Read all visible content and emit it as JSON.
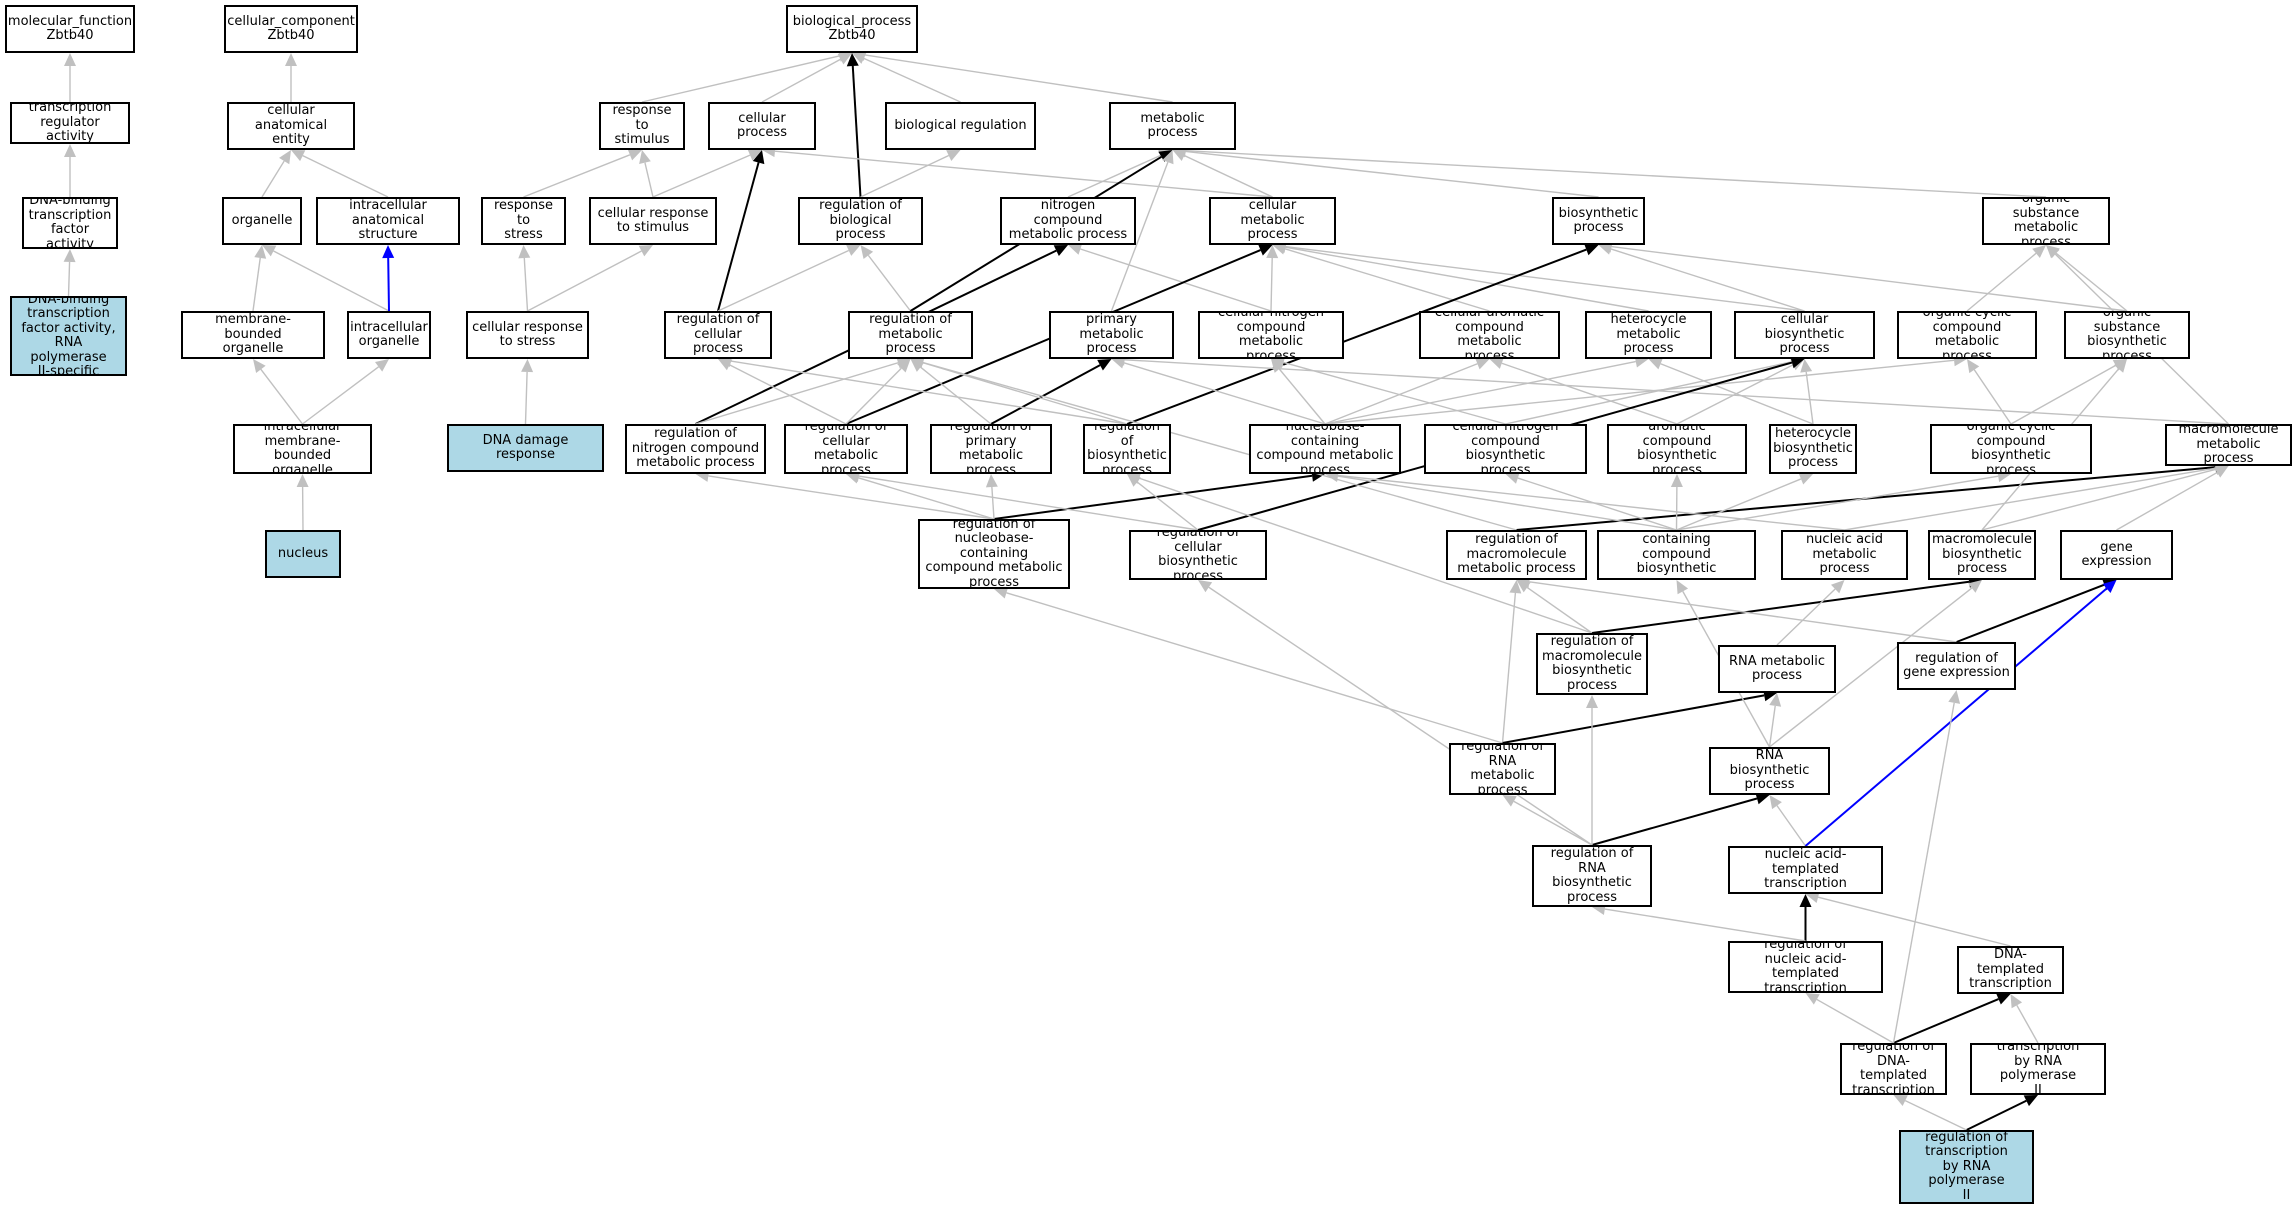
{
  "graph": {
    "colors": {
      "highlight": "#add8e6",
      "edge_gray": "#c0c0c0",
      "edge_black": "#000000",
      "edge_blue": "#0000ff"
    },
    "nodes": [
      {
        "id": "mf",
        "label": "molecular_function\nZbtb40"
      },
      {
        "id": "tra",
        "label": "transcription\nregulator activity"
      },
      {
        "id": "dbtfa",
        "label": "DNA-binding\ntranscription\nfactor activity"
      },
      {
        "id": "dbtfa2",
        "label": "DNA-binding\ntranscription\nfactor activity,\nRNA polymerase\nII-specific",
        "highlight": true
      },
      {
        "id": "cc",
        "label": "cellular_component\nZbtb40"
      },
      {
        "id": "cae",
        "label": "cellular anatomical\nentity"
      },
      {
        "id": "org",
        "label": "organelle"
      },
      {
        "id": "ias",
        "label": "intracellular\nanatomical structure"
      },
      {
        "id": "mbo",
        "label": "membrane-bounded\norganelle"
      },
      {
        "id": "io",
        "label": "intracellular\norganelle"
      },
      {
        "id": "imbo",
        "label": "intracellular\nmembrane-bounded\norganelle"
      },
      {
        "id": "nuc",
        "label": "nucleus",
        "highlight": true
      },
      {
        "id": "bp",
        "label": "biological_process\nZbtb40"
      },
      {
        "id": "rts",
        "label": "response to\nstimulus"
      },
      {
        "id": "cp",
        "label": "cellular process"
      },
      {
        "id": "br",
        "label": "biological regulation"
      },
      {
        "id": "mp",
        "label": "metabolic process"
      },
      {
        "id": "rtstr",
        "label": "response to\nstress"
      },
      {
        "id": "crts",
        "label": "cellular response\nto stimulus"
      },
      {
        "id": "robp",
        "label": "regulation of\nbiological process"
      },
      {
        "id": "ncmp",
        "label": "nitrogen compound\nmetabolic process"
      },
      {
        "id": "cmp",
        "label": "cellular metabolic\nprocess"
      },
      {
        "id": "bsp",
        "label": "biosynthetic\nprocess"
      },
      {
        "id": "osmp",
        "label": "organic substance\nmetabolic process"
      },
      {
        "id": "crtstr",
        "label": "cellular response\nto stress"
      },
      {
        "id": "rocp",
        "label": "regulation of\ncellular process"
      },
      {
        "id": "romp",
        "label": "regulation of\nmetabolic process"
      },
      {
        "id": "pmp",
        "label": "primary metabolic\nprocess"
      },
      {
        "id": "cncmp",
        "label": "cellular nitrogen\ncompound metabolic\nprocess"
      },
      {
        "id": "cacmp",
        "label": "cellular aromatic\ncompound metabolic\nprocess"
      },
      {
        "id": "hmp",
        "label": "heterocycle\nmetabolic process"
      },
      {
        "id": "cbp",
        "label": "cellular biosynthetic\nprocess"
      },
      {
        "id": "occmp",
        "label": "organic cyclic\ncompound metabolic\nprocess"
      },
      {
        "id": "osbp",
        "label": "organic substance\nbiosynthetic\nprocess"
      },
      {
        "id": "ddr",
        "label": "DNA damage response",
        "highlight": true
      },
      {
        "id": "roncmp",
        "label": "regulation of\nnitrogen compound\nmetabolic process"
      },
      {
        "id": "rocmp",
        "label": "regulation of\ncellular metabolic\nprocess"
      },
      {
        "id": "ropmp",
        "label": "regulation of\nprimary metabolic\nprocess"
      },
      {
        "id": "robsp",
        "label": "regulation of\nbiosynthetic\nprocess"
      },
      {
        "id": "nbcmp",
        "label": "nucleobase-containing\ncompound metabolic\nprocess"
      },
      {
        "id": "cncbp",
        "label": "cellular nitrogen\ncompound biosynthetic\nprocess"
      },
      {
        "id": "acbp",
        "label": "aromatic compound\nbiosynthetic\nprocess"
      },
      {
        "id": "hbp",
        "label": "heterocycle\nbiosynthetic\nprocess"
      },
      {
        "id": "occbp",
        "label": "organic cyclic\ncompound biosynthetic\nprocess"
      },
      {
        "id": "mmp",
        "label": "macromolecule\nmetabolic process"
      },
      {
        "id": "ronbcmp",
        "label": "regulation of\nnucleobase-containing\ncompound metabolic\nprocess"
      },
      {
        "id": "rocbp",
        "label": "regulation of\ncellular biosynthetic\nprocess"
      },
      {
        "id": "rommp",
        "label": "regulation of\nmacromolecule\nmetabolic process"
      },
      {
        "id": "nbcbp",
        "label": "nucleobase-containing\ncompound biosynthetic\nprocess"
      },
      {
        "id": "namp",
        "label": "nucleic acid\nmetabolic process"
      },
      {
        "id": "mbp",
        "label": "macromolecule\nbiosynthetic\nprocess"
      },
      {
        "id": "ge",
        "label": "gene expression"
      },
      {
        "id": "rombp",
        "label": "regulation of\nmacromolecule\nbiosynthetic\nprocess"
      },
      {
        "id": "roge",
        "label": "regulation of\ngene expression"
      },
      {
        "id": "rnamp",
        "label": "RNA metabolic\nprocess"
      },
      {
        "id": "rornamp",
        "label": "regulation of\nRNA metabolic\nprocess"
      },
      {
        "id": "rnabp",
        "label": "RNA biosynthetic\nprocess"
      },
      {
        "id": "rornabp",
        "label": "regulation of\nRNA biosynthetic\nprocess"
      },
      {
        "id": "natt",
        "label": "nucleic acid-templated\ntranscription"
      },
      {
        "id": "ronatt",
        "label": "regulation of\nnucleic acid-templated\ntranscription"
      },
      {
        "id": "dtt",
        "label": "DNA-templated\ntranscription"
      },
      {
        "id": "rodtt",
        "label": "regulation of\nDNA-templated\ntranscription"
      },
      {
        "id": "tbrp2",
        "label": "transcription\nby RNA polymerase\nII"
      },
      {
        "id": "rotbrp2",
        "label": "regulation of\ntranscription\nby RNA polymerase\nII",
        "highlight": true
      }
    ],
    "edges": [
      [
        "tra",
        "mf",
        "gray"
      ],
      [
        "dbtfa",
        "tra",
        "gray"
      ],
      [
        "dbtfa2",
        "dbtfa",
        "gray"
      ],
      [
        "cae",
        "cc",
        "gray"
      ],
      [
        "org",
        "cae",
        "gray"
      ],
      [
        "ias",
        "cae",
        "gray"
      ],
      [
        "mbo",
        "org",
        "gray"
      ],
      [
        "io",
        "org",
        "gray"
      ],
      [
        "io",
        "ias",
        "blue"
      ],
      [
        "imbo",
        "mbo",
        "gray"
      ],
      [
        "imbo",
        "io",
        "gray"
      ],
      [
        "nuc",
        "imbo",
        "gray"
      ],
      [
        "rts",
        "bp",
        "gray"
      ],
      [
        "cp",
        "bp",
        "gray"
      ],
      [
        "br",
        "bp",
        "gray"
      ],
      [
        "mp",
        "bp",
        "gray"
      ],
      [
        "robp",
        "bp",
        "black"
      ],
      [
        "rtstr",
        "rts",
        "gray"
      ],
      [
        "crts",
        "rts",
        "gray"
      ],
      [
        "crts",
        "cp",
        "gray"
      ],
      [
        "robp",
        "br",
        "gray"
      ],
      [
        "crtstr",
        "rtstr",
        "gray"
      ],
      [
        "crtstr",
        "crts",
        "gray"
      ],
      [
        "ddr",
        "crtstr",
        "gray"
      ],
      [
        "ncmp",
        "mp",
        "gray"
      ],
      [
        "cmp",
        "mp",
        "gray"
      ],
      [
        "cmp",
        "cp",
        "gray"
      ],
      [
        "bsp",
        "mp",
        "gray"
      ],
      [
        "osmp",
        "mp",
        "gray"
      ],
      [
        "rocp",
        "cp",
        "black"
      ],
      [
        "rocp",
        "robp",
        "gray"
      ],
      [
        "romp",
        "robp",
        "gray"
      ],
      [
        "romp",
        "mp",
        "black"
      ],
      [
        "pmp",
        "mp",
        "gray"
      ],
      [
        "cncmp",
        "cmp",
        "gray"
      ],
      [
        "cncmp",
        "ncmp",
        "gray"
      ],
      [
        "cacmp",
        "cmp",
        "gray"
      ],
      [
        "hmp",
        "cmp",
        "gray"
      ],
      [
        "cbp",
        "cmp",
        "gray"
      ],
      [
        "cbp",
        "bsp",
        "gray"
      ],
      [
        "occmp",
        "osmp",
        "gray"
      ],
      [
        "osbp",
        "osmp",
        "gray"
      ],
      [
        "osbp",
        "bsp",
        "gray"
      ],
      [
        "roncmp",
        "ncmp",
        "black"
      ],
      [
        "roncmp",
        "romp",
        "gray"
      ],
      [
        "rocmp",
        "cmp",
        "black"
      ],
      [
        "rocmp",
        "romp",
        "gray"
      ],
      [
        "rocmp",
        "rocp",
        "gray"
      ],
      [
        "ropmp",
        "pmp",
        "black"
      ],
      [
        "ropmp",
        "romp",
        "gray"
      ],
      [
        "robsp",
        "bsp",
        "black"
      ],
      [
        "robsp",
        "romp",
        "gray"
      ],
      [
        "robsp",
        "rocp",
        "gray"
      ],
      [
        "nbcmp",
        "cncmp",
        "gray"
      ],
      [
        "nbcmp",
        "hmp",
        "gray"
      ],
      [
        "nbcmp",
        "pmp",
        "gray"
      ],
      [
        "nbcmp",
        "cacmp",
        "gray"
      ],
      [
        "nbcmp",
        "occmp",
        "gray"
      ],
      [
        "cncbp",
        "cncmp",
        "gray"
      ],
      [
        "cncbp",
        "cbp",
        "gray"
      ],
      [
        "acbp",
        "cacmp",
        "gray"
      ],
      [
        "acbp",
        "cbp",
        "gray"
      ],
      [
        "hbp",
        "hmp",
        "gray"
      ],
      [
        "hbp",
        "cbp",
        "gray"
      ],
      [
        "occbp",
        "occmp",
        "gray"
      ],
      [
        "occbp",
        "osbp",
        "gray"
      ],
      [
        "mmp",
        "osmp",
        "gray"
      ],
      [
        "mmp",
        "pmp",
        "gray"
      ],
      [
        "ronbcmp",
        "nbcmp",
        "black"
      ],
      [
        "ronbcmp",
        "roncmp",
        "gray"
      ],
      [
        "ronbcmp",
        "rocmp",
        "gray"
      ],
      [
        "ronbcmp",
        "ropmp",
        "gray"
      ],
      [
        "rocbp",
        "robsp",
        "gray"
      ],
      [
        "rocbp",
        "rocmp",
        "gray"
      ],
      [
        "rocbp",
        "cbp",
        "black"
      ],
      [
        "rommp",
        "mmp",
        "black"
      ],
      [
        "rommp",
        "romp",
        "gray"
      ],
      [
        "nbcbp",
        "nbcmp",
        "gray"
      ],
      [
        "nbcbp",
        "acbp",
        "gray"
      ],
      [
        "nbcbp",
        "hbp",
        "gray"
      ],
      [
        "nbcbp",
        "occbp",
        "gray"
      ],
      [
        "nbcbp",
        "cncbp",
        "gray"
      ],
      [
        "namp",
        "nbcmp",
        "gray"
      ],
      [
        "namp",
        "mmp",
        "gray"
      ],
      [
        "mbp",
        "osbp",
        "gray"
      ],
      [
        "mbp",
        "mmp",
        "gray"
      ],
      [
        "ge",
        "mmp",
        "gray"
      ],
      [
        "rombp",
        "rommp",
        "gray"
      ],
      [
        "rombp",
        "mbp",
        "black"
      ],
      [
        "rombp",
        "robsp",
        "gray"
      ],
      [
        "roge",
        "ge",
        "black"
      ],
      [
        "roge",
        "rommp",
        "gray"
      ],
      [
        "rnamp",
        "namp",
        "gray"
      ],
      [
        "rornamp",
        "rommp",
        "gray"
      ],
      [
        "rornamp",
        "rnamp",
        "black"
      ],
      [
        "rornamp",
        "ronbcmp",
        "gray"
      ],
      [
        "rnabp",
        "rnamp",
        "gray"
      ],
      [
        "rnabp",
        "mbp",
        "gray"
      ],
      [
        "rnabp",
        "nbcbp",
        "gray"
      ],
      [
        "rornabp",
        "rornamp",
        "gray"
      ],
      [
        "rornabp",
        "rnabp",
        "black"
      ],
      [
        "rornabp",
        "rombp",
        "gray"
      ],
      [
        "rornabp",
        "rocbp",
        "gray"
      ],
      [
        "natt",
        "rnabp",
        "gray"
      ],
      [
        "natt",
        "ge",
        "blue"
      ],
      [
        "ronatt",
        "natt",
        "black"
      ],
      [
        "ronatt",
        "rornabp",
        "gray"
      ],
      [
        "dtt",
        "natt",
        "gray"
      ],
      [
        "rodtt",
        "dtt",
        "black"
      ],
      [
        "rodtt",
        "ronatt",
        "gray"
      ],
      [
        "rodtt",
        "roge",
        "gray"
      ],
      [
        "tbrp2",
        "dtt",
        "gray"
      ],
      [
        "rotbrp2",
        "tbrp2",
        "black"
      ],
      [
        "rotbrp2",
        "rodtt",
        "gray"
      ]
    ]
  }
}
